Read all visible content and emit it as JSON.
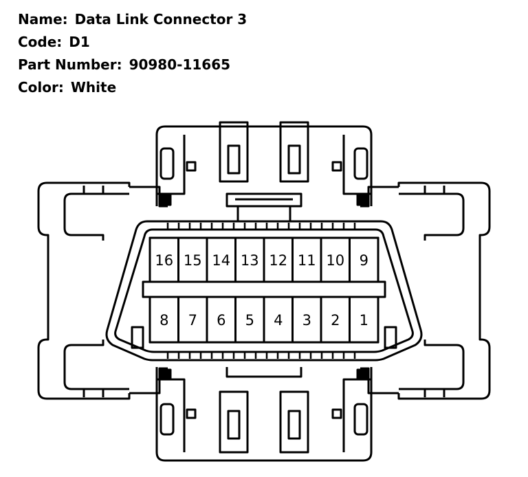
{
  "info": {
    "name_label": "Name:",
    "name_value": "Data Link Connector 3",
    "code_label": "Code:",
    "code_value": "D1",
    "part_label": "Part Number:",
    "part_value": "90980-11665",
    "color_label": "Color:",
    "color_value": "White"
  },
  "connector": {
    "top_row_pins": [
      "16",
      "15",
      "14",
      "13",
      "12",
      "11",
      "10",
      "9"
    ],
    "bottom_row_pins": [
      "8",
      "7",
      "6",
      "5",
      "4",
      "3",
      "2",
      "1"
    ]
  },
  "colors": {
    "line": "#000000",
    "background": "#ffffff"
  }
}
